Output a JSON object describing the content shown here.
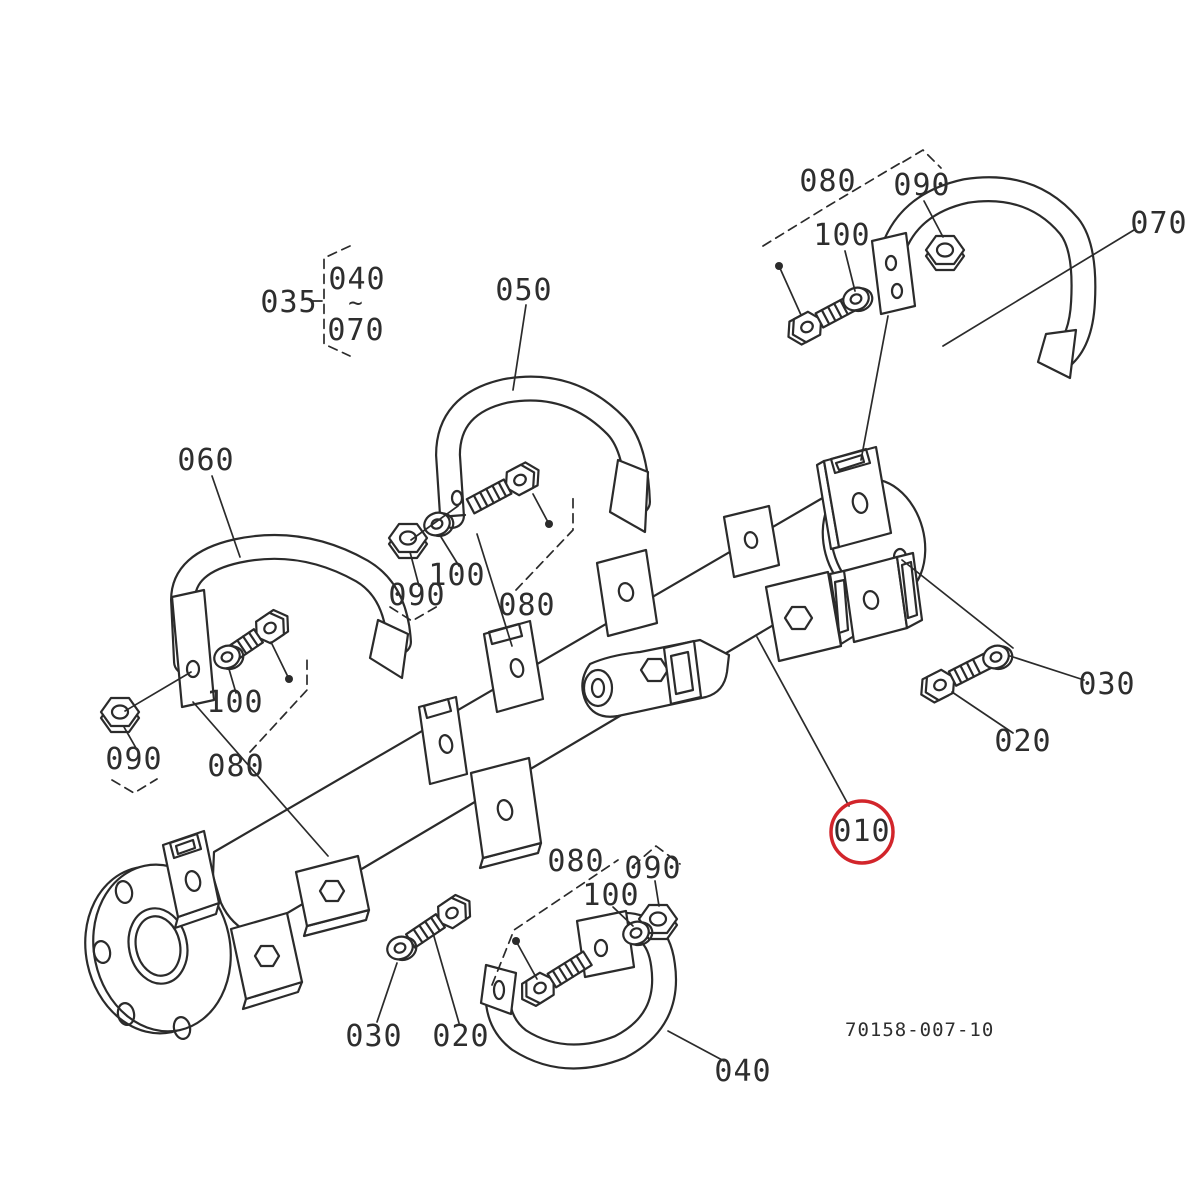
{
  "diagram": {
    "type": "exploded-parts-diagram",
    "drawing_number": "70158-007-10",
    "highlighted_part": "010",
    "group_bracket": {
      "label": "035",
      "from": "040",
      "tilde": "~",
      "to": "070"
    },
    "callouts": {
      "c050": "050",
      "c060": "060",
      "c070": "070",
      "c080_top": "080",
      "c090_top": "090",
      "c100_top": "100",
      "c090_mid": "090",
      "c100_mid": "100",
      "c080_mid": "080",
      "c090_left": "090",
      "c100_left": "100",
      "c080_left": "080",
      "c030_right": "030",
      "c020_right": "020",
      "c010": "010",
      "c080_bottom": "080",
      "c090_bottom": "090",
      "c100_bottom": "100",
      "c030_bottom": "030",
      "c020_bottom": "020",
      "c040_bottom": "040"
    },
    "colors": {
      "background": "#ffffff",
      "line": "#2b2b2b",
      "label": "#2e2e2e",
      "highlight": "#d2252b"
    }
  }
}
